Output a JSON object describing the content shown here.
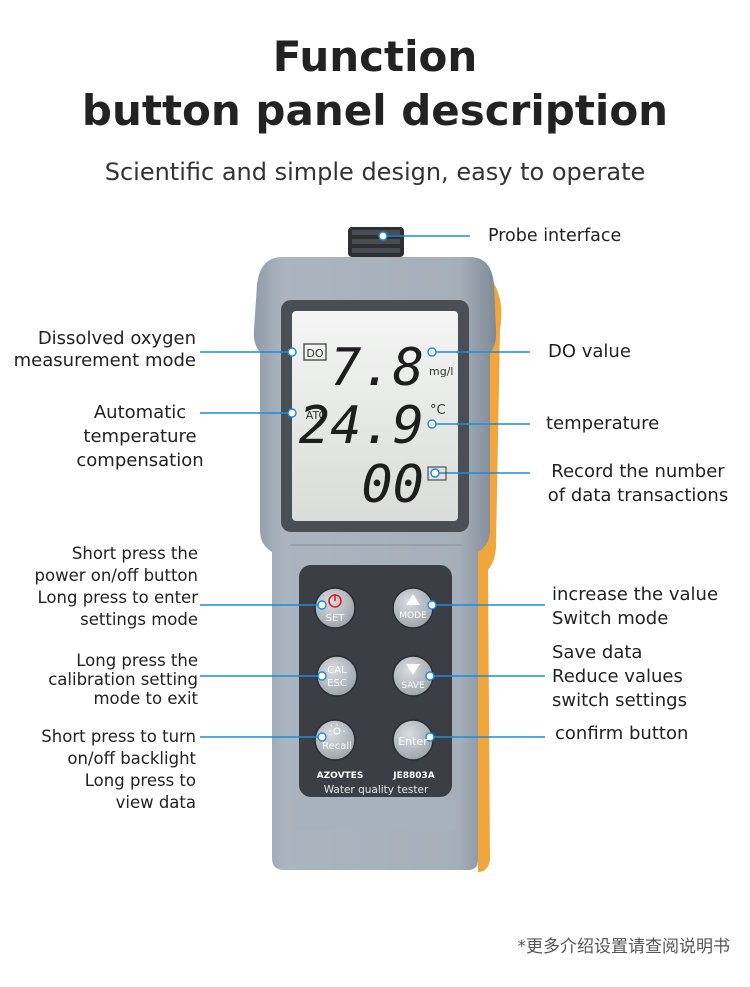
{
  "header": {
    "title_line1": "Function",
    "title_line2": "button panel description",
    "subtitle": "Scientific and simple design, easy to operate"
  },
  "device": {
    "lcd": {
      "mode_indicator": "DO",
      "atc_indicator": "ATC",
      "do_value": "7.8",
      "do_unit": "mg/l",
      "temperature_value": "24.9",
      "temperature_unit": "°C",
      "record_count": "00"
    },
    "buttons": {
      "power_set": "SET",
      "mode": "MODE",
      "cal": "CAL",
      "esc": "ESC",
      "save": "SAVE",
      "recall": "Recall",
      "enter": "Enter"
    },
    "brand": "AZOVTES",
    "model": "JE8803A",
    "product_name": "Water quality tester"
  },
  "callouts": {
    "probe": "Probe interface",
    "do_mode": [
      "Dissolved oxygen",
      "measurement mode"
    ],
    "atc": [
      "Automatic",
      "temperature",
      "compensation"
    ],
    "do_value": "DO value",
    "temperature": "temperature",
    "record": [
      "Record the number",
      "of data transactions"
    ],
    "power": [
      "Short press the",
      "power on/off button",
      "Long press to enter",
      "settings mode"
    ],
    "mode": [
      "increase the value",
      "Switch mode"
    ],
    "cal": [
      "Long press the",
      "calibration setting",
      "mode to exit"
    ],
    "save": [
      "Save data",
      "Reduce values",
      "switch settings"
    ],
    "backlight": [
      "Short press to turn",
      "on/off backlight",
      "Long press to",
      "view data"
    ],
    "enter": "confirm button"
  },
  "footnote": "*更多介绍设置请查阅说明书",
  "colors": {
    "body": "#a6b2be",
    "button_panel": "#3b3f45",
    "button": "#bcc2ca",
    "accent_line": "#1d8bd8",
    "orange_edge": "#f0a63a"
  }
}
